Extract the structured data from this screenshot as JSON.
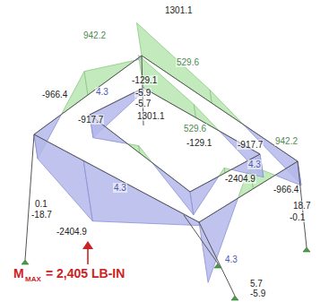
{
  "diagram": {
    "labels": [
      "1301.1",
      "942.2",
      "529.6",
      "-966.4",
      "4.3",
      "-129.1",
      "-5.9",
      "-5.7",
      "1301.1",
      "529.6",
      "-129.1",
      "-917.7",
      "-917.7",
      "942.2",
      "4.3",
      "-2404.9",
      "-966.4",
      "0.1",
      "-18.7",
      "4.3",
      "-2404.9",
      "4.3",
      "18.7",
      "-0.1",
      "5.7",
      "-5.9",
      "M",
      "MAX",
      "= 2,405 LB-IN"
    ]
  }
}
